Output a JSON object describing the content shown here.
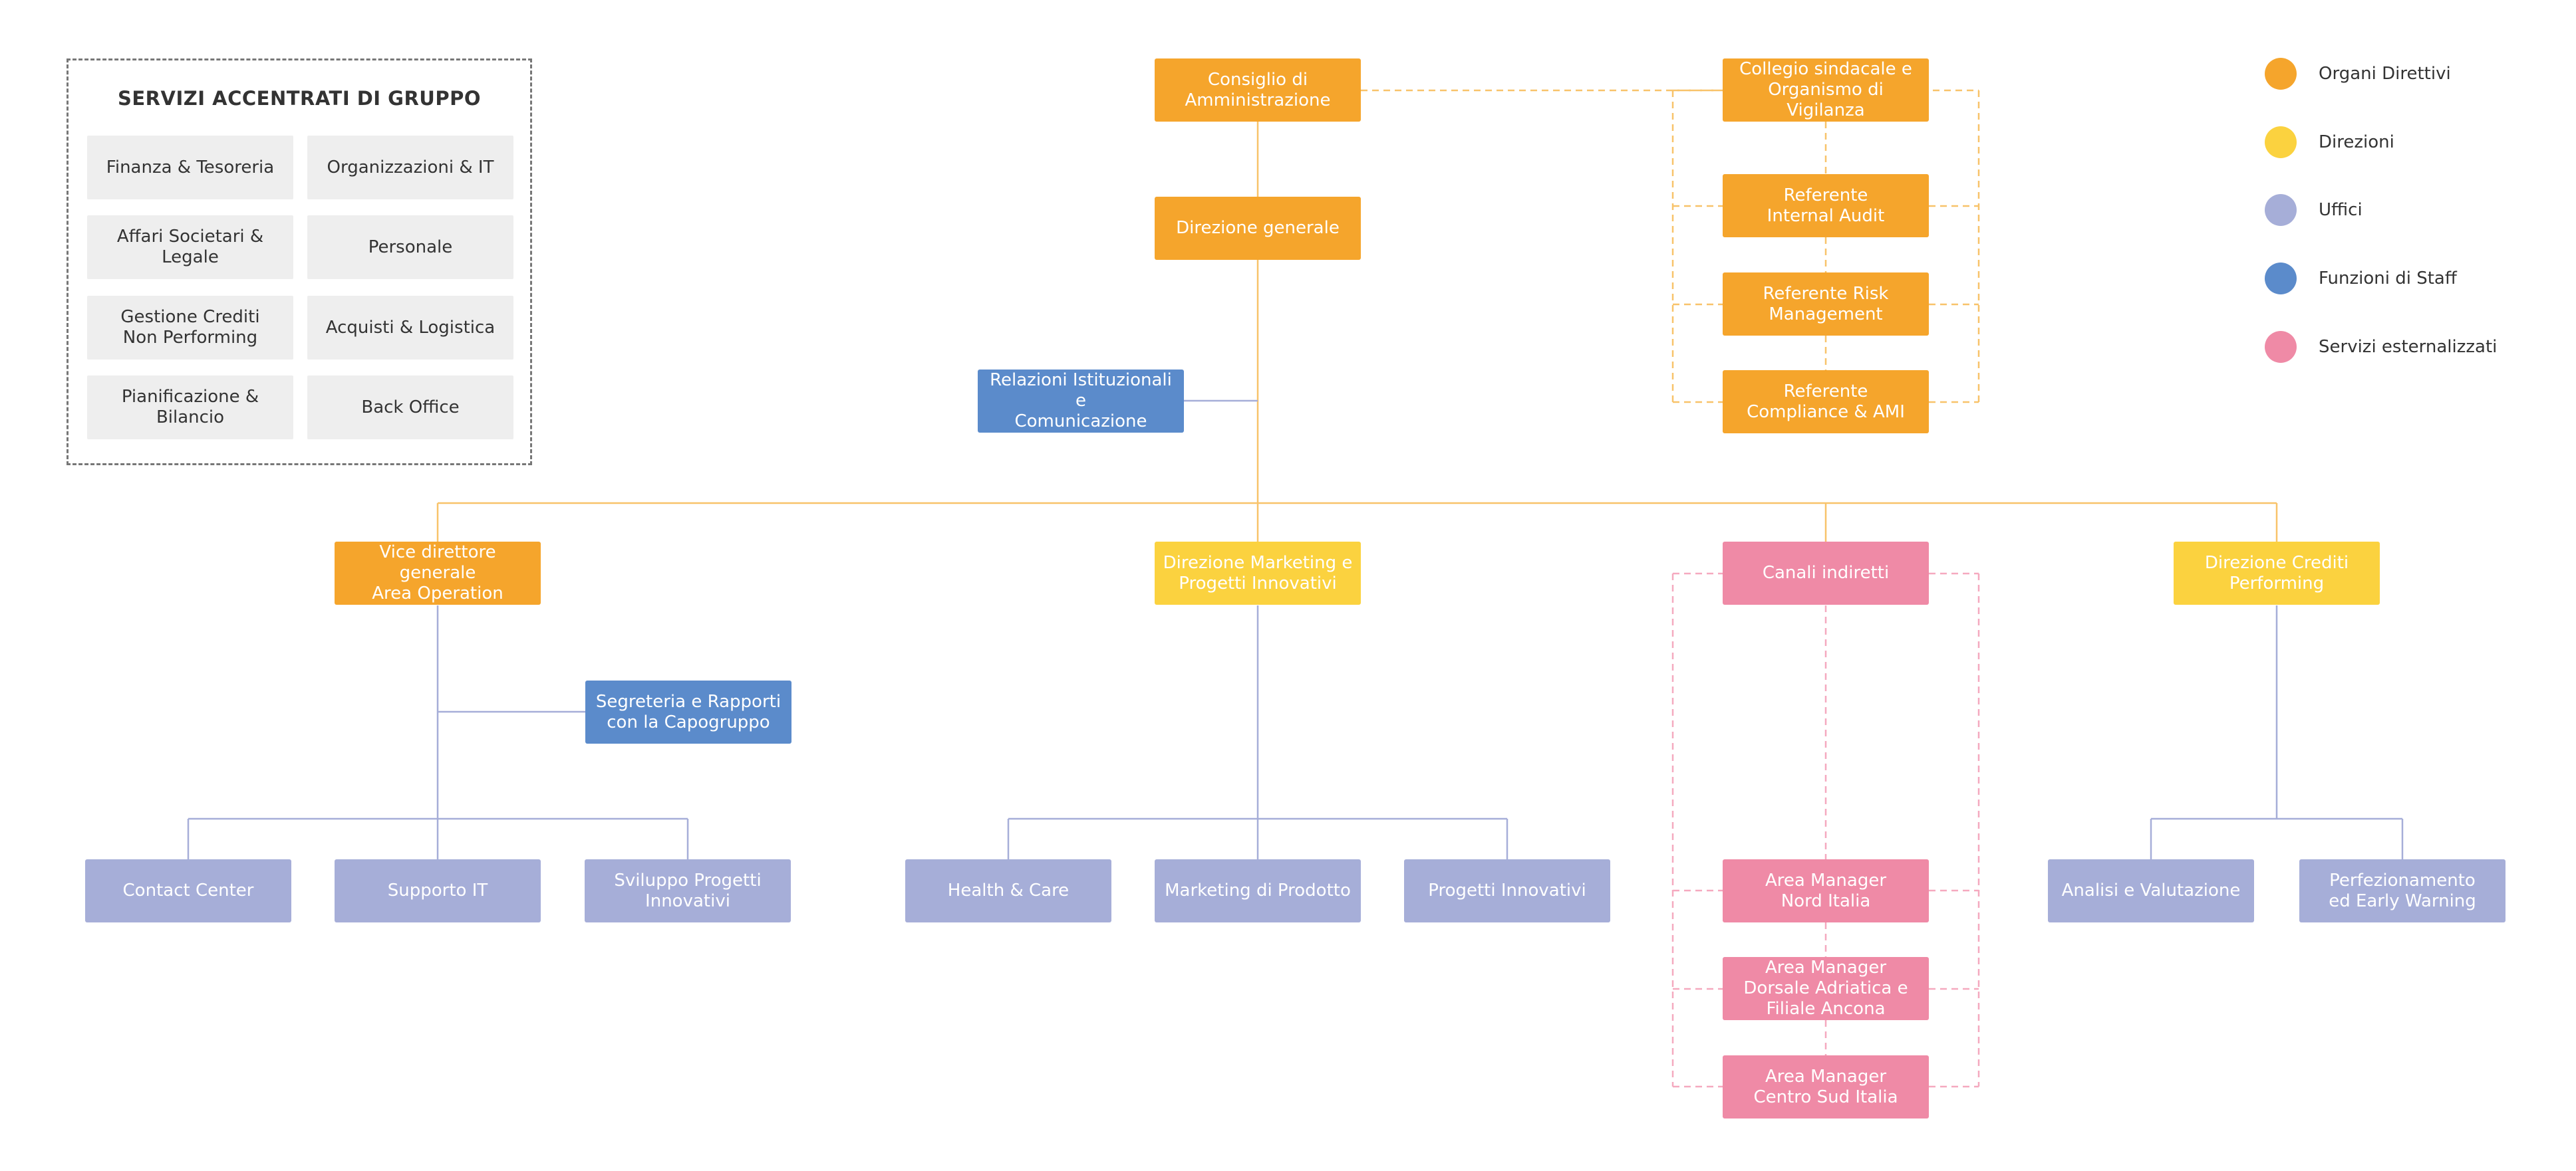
{
  "colors": {
    "direttivi": "#F5A52C",
    "direzioni": "#FBD23F",
    "uffici": "#A6AED8",
    "staff": "#5B8BCB",
    "esternalizzati": "#EF8AA6",
    "line_orange": "#F8C36A",
    "line_blue": "#A6AED8",
    "line_pink": "#F5A9BF"
  },
  "services": {
    "title": "SERVIZI ACCENTRATI DI GRUPPO",
    "items": [
      "Finanza & Tesoreria",
      "Organizzazioni & IT",
      "Affari Societari &\nLegale",
      "Personale",
      "Gestione Crediti\nNon Performing",
      "Acquisti & Logistica",
      "Pianificazione &\nBilancio",
      "Back Office"
    ]
  },
  "legend": [
    {
      "label": "Organi Direttivi",
      "color": "#F5A52C"
    },
    {
      "label": "Direzioni",
      "color": "#FBD23F"
    },
    {
      "label": "Uffici",
      "color": "#A6AED8"
    },
    {
      "label": "Funzioni di Staff",
      "color": "#5B8BCB"
    },
    {
      "label": "Servizi esternalizzati",
      "color": "#EF8AA6"
    }
  ],
  "nodes": {
    "consiglio": "Consiglio di\nAmministrazione",
    "direzione_generale": "Direzione generale",
    "collegio": "Collegio sindacale e\nOrganismo di Vigilanza",
    "internal_audit": "Referente\nInternal Audit",
    "risk": "Referente Risk\nManagement",
    "compliance": "Referente\nCompliance & AMI",
    "relazioni": "Relazioni Istituzionali e\nComunicazione",
    "vice_direttore": "Vice direttore generale\nArea Operation",
    "marketing_dir": "Direzione Marketing e\nProgetti Innovativi",
    "canali": "Canali indiretti",
    "crediti_dir": "Direzione Crediti\nPerforming",
    "segreteria": "Segreteria e Rapporti\ncon la Capogruppo",
    "contact_center": "Contact Center",
    "supporto_it": "Supporto IT",
    "sviluppo": "Sviluppo Progetti\nInnovativi",
    "health": "Health & Care",
    "marketing_prodotto": "Marketing di Prodotto",
    "progetti": "Progetti Innovativi",
    "am_nord": "Area Manager\nNord Italia",
    "am_dorsale": "Area Manager\nDorsale Adriatica e\nFiliale Ancona",
    "am_centro": "Area Manager\nCentro Sud Italia",
    "analisi": "Analisi e Valutazione",
    "perfezionamento": "Perfezionamento\ned Early Warning"
  }
}
